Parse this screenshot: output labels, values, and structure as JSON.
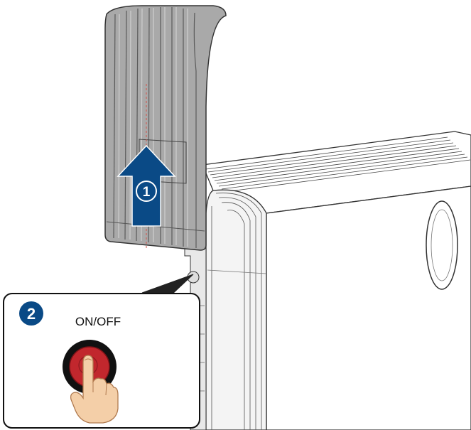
{
  "steps": [
    {
      "number": "1",
      "action": "lift-cover"
    },
    {
      "number": "2",
      "action": "press-power-button"
    }
  ],
  "callout": {
    "switch_label": "ON/OFF"
  },
  "icons": {
    "arrow": "up-arrow-icon",
    "finger": "pointing-hand-icon",
    "button": "power-button-icon"
  },
  "colors": {
    "step_badge": "#0a4a86",
    "arrow_fill": "#0a4a86",
    "button_red": "#c1272d",
    "button_ring": "#111111",
    "cover_gray": "#a9a9a9",
    "skin": "#f4cfa8"
  }
}
